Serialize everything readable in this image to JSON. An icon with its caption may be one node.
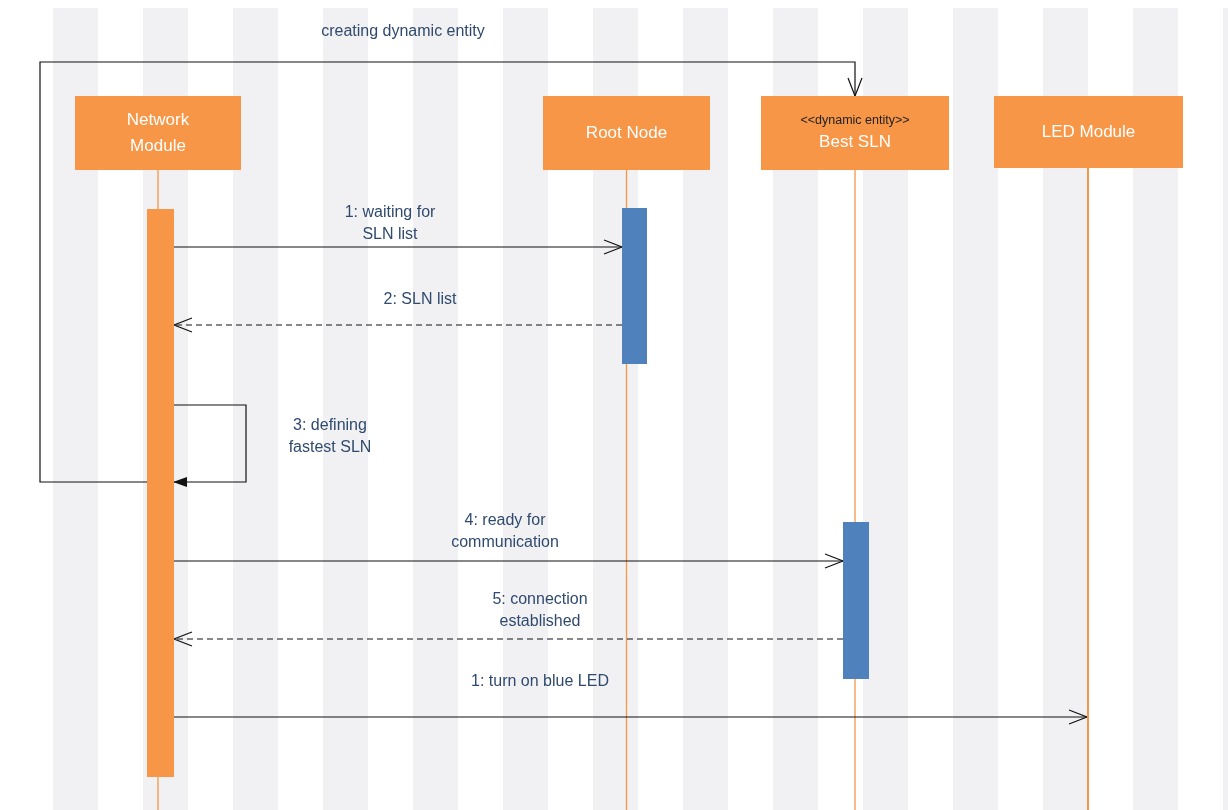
{
  "diagram": {
    "nodes": [
      {
        "text": [
          "Network Module"
        ]
      },
      {
        "text": [
          "Root Node"
        ]
      },
      {
        "text": [
          "<<dynamic entity>>",
          "Best SLN"
        ]
      },
      {
        "text": [
          "LED Module"
        ]
      },
      {
        "text": [],
        "shape": "bar"
      },
      {
        "text": [],
        "shape": "bar"
      },
      {
        "text": [],
        "shape": "bar"
      },
      {
        "text": [],
        "shape": "line"
      }
    ],
    "edges": [
      {
        "from": 4,
        "to": 2,
        "arrow": "to",
        "label": "creating dynamic entity"
      },
      {
        "from": 4,
        "to": 5,
        "arrow": "to",
        "label": "1: waiting for SLN list"
      },
      {
        "from": 5,
        "to": 4,
        "arrow": "to",
        "label": "2: SLN list",
        "style": "dashed"
      },
      {
        "from": 4,
        "to": 4,
        "arrow": "to",
        "label": "3: defining fastest SLN"
      },
      {
        "from": 4,
        "to": 6,
        "arrow": "to",
        "label": "4: ready for communication"
      },
      {
        "from": 6,
        "to": 4,
        "arrow": "to",
        "label": "5: connection established",
        "style": "dashed"
      },
      {
        "from": 4,
        "to": 7,
        "arrow": "to",
        "label": "1: turn on blue LED"
      }
    ]
  }
}
